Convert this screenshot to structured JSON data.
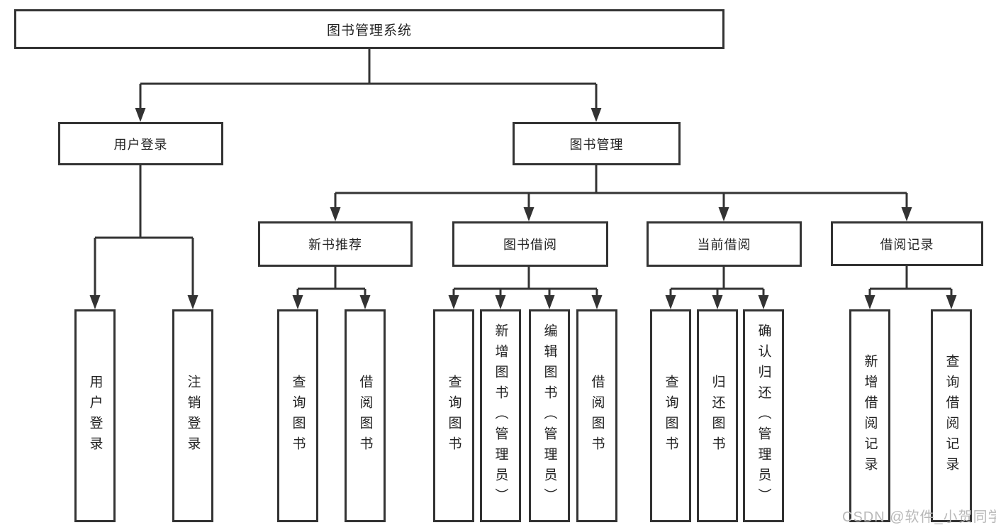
{
  "tree": {
    "label": "图书管理系统",
    "children": [
      {
        "label": "用户登录",
        "children": [
          {
            "label": "用户登录"
          },
          {
            "label": "注销登录"
          }
        ]
      },
      {
        "label": "图书管理",
        "children": [
          {
            "label": "新书推荐",
            "children": [
              {
                "label": "查询图书"
              },
              {
                "label": "借阅图书"
              }
            ]
          },
          {
            "label": "图书借阅",
            "children": [
              {
                "label": "查询图书"
              },
              {
                "label": "新增图书（管理员）"
              },
              {
                "label": "编辑图书（管理员）"
              },
              {
                "label": "借阅图书"
              }
            ]
          },
          {
            "label": "当前借阅",
            "children": [
              {
                "label": "查询图书"
              },
              {
                "label": "归还图书"
              },
              {
                "label": "确认归还（管理员）"
              }
            ]
          },
          {
            "label": "借阅记录",
            "children": [
              {
                "label": "新增借阅记录"
              },
              {
                "label": "查询借阅记录"
              }
            ]
          }
        ]
      }
    ]
  },
  "watermark": "CSDN @软件_小贺同学",
  "colors": {
    "line": "#333333",
    "box_border": "#333333",
    "box_fill": "#ffffff",
    "text": "#222222",
    "watermark": "#b9b9b9"
  }
}
